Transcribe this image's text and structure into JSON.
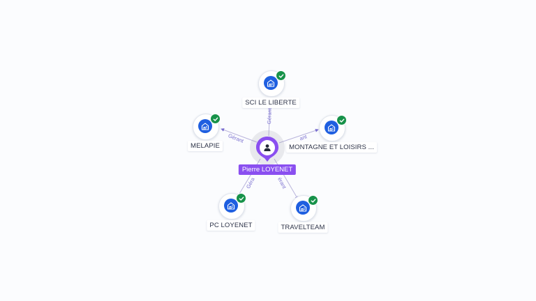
{
  "accent_color": "#8a4ff0",
  "company_icon_color": "#1f5fe0",
  "verified_color": "#17924a",
  "edge_color": "#7a6fd0",
  "person": {
    "name": "Pierre LOYENET",
    "icon": "user-icon"
  },
  "companies": [
    {
      "name": "SCI LE LIBERTE",
      "icon": "building-icon",
      "verified": true
    },
    {
      "name": "MELAPIE",
      "icon": "building-icon",
      "verified": true
    },
    {
      "name": "MONTAGNE ET LOISIRS ...",
      "icon": "building-icon",
      "verified": true
    },
    {
      "name": "PC LOYENET",
      "icon": "building-icon",
      "verified": true
    },
    {
      "name": "TRAVELTEAM",
      "icon": "building-icon",
      "verified": true
    }
  ],
  "edges": {
    "sci-le-liberte": "Gérant",
    "melapie": "Gérant",
    "montagne": "ant",
    "pc-loyenet": "Géra",
    "travelteam": "érant"
  }
}
